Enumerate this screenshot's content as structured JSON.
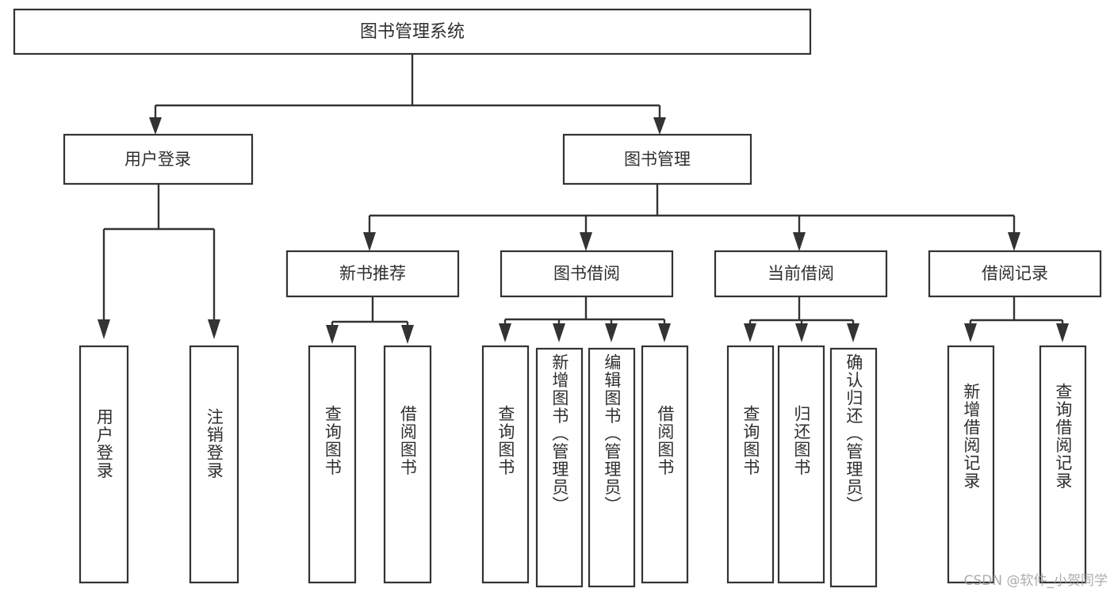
{
  "diagram": {
    "title": "图书管理系统",
    "type": "tree-hierarchy",
    "watermark": "CSDN @软件_小贺同学",
    "colors": {
      "stroke": "#333333",
      "box_fill": "#ffffff",
      "text": "#2f2f2f",
      "background": "#ffffff",
      "watermark": "#9a9a9a"
    },
    "levels": {
      "root": {
        "label": "图书管理系统"
      },
      "level1": [
        {
          "label": "用户登录"
        },
        {
          "label": "图书管理"
        }
      ],
      "level2": [
        {
          "label": "新书推荐",
          "parent": "图书管理"
        },
        {
          "label": "图书借阅",
          "parent": "图书管理"
        },
        {
          "label": "当前借阅",
          "parent": "图书管理"
        },
        {
          "label": "借阅记录",
          "parent": "图书管理"
        }
      ],
      "leaves": {
        "user_login": [
          {
            "label": "用户登录"
          },
          {
            "label": "注销登录"
          }
        ],
        "new_book_recommend": [
          {
            "label": "查询图书"
          },
          {
            "label": "借阅图书"
          }
        ],
        "book_borrow": [
          {
            "label": "查询图书"
          },
          {
            "label": "新增图书（管理员）"
          },
          {
            "label": "编辑图书（管理员）"
          },
          {
            "label": "借阅图书"
          }
        ],
        "current_borrow": [
          {
            "label": "查询图书"
          },
          {
            "label": "归还图书"
          },
          {
            "label": "确认归还（管理员）"
          }
        ],
        "borrow_records": [
          {
            "label": "新增借阅记录"
          },
          {
            "label": "查询借阅记录"
          }
        ]
      }
    }
  }
}
